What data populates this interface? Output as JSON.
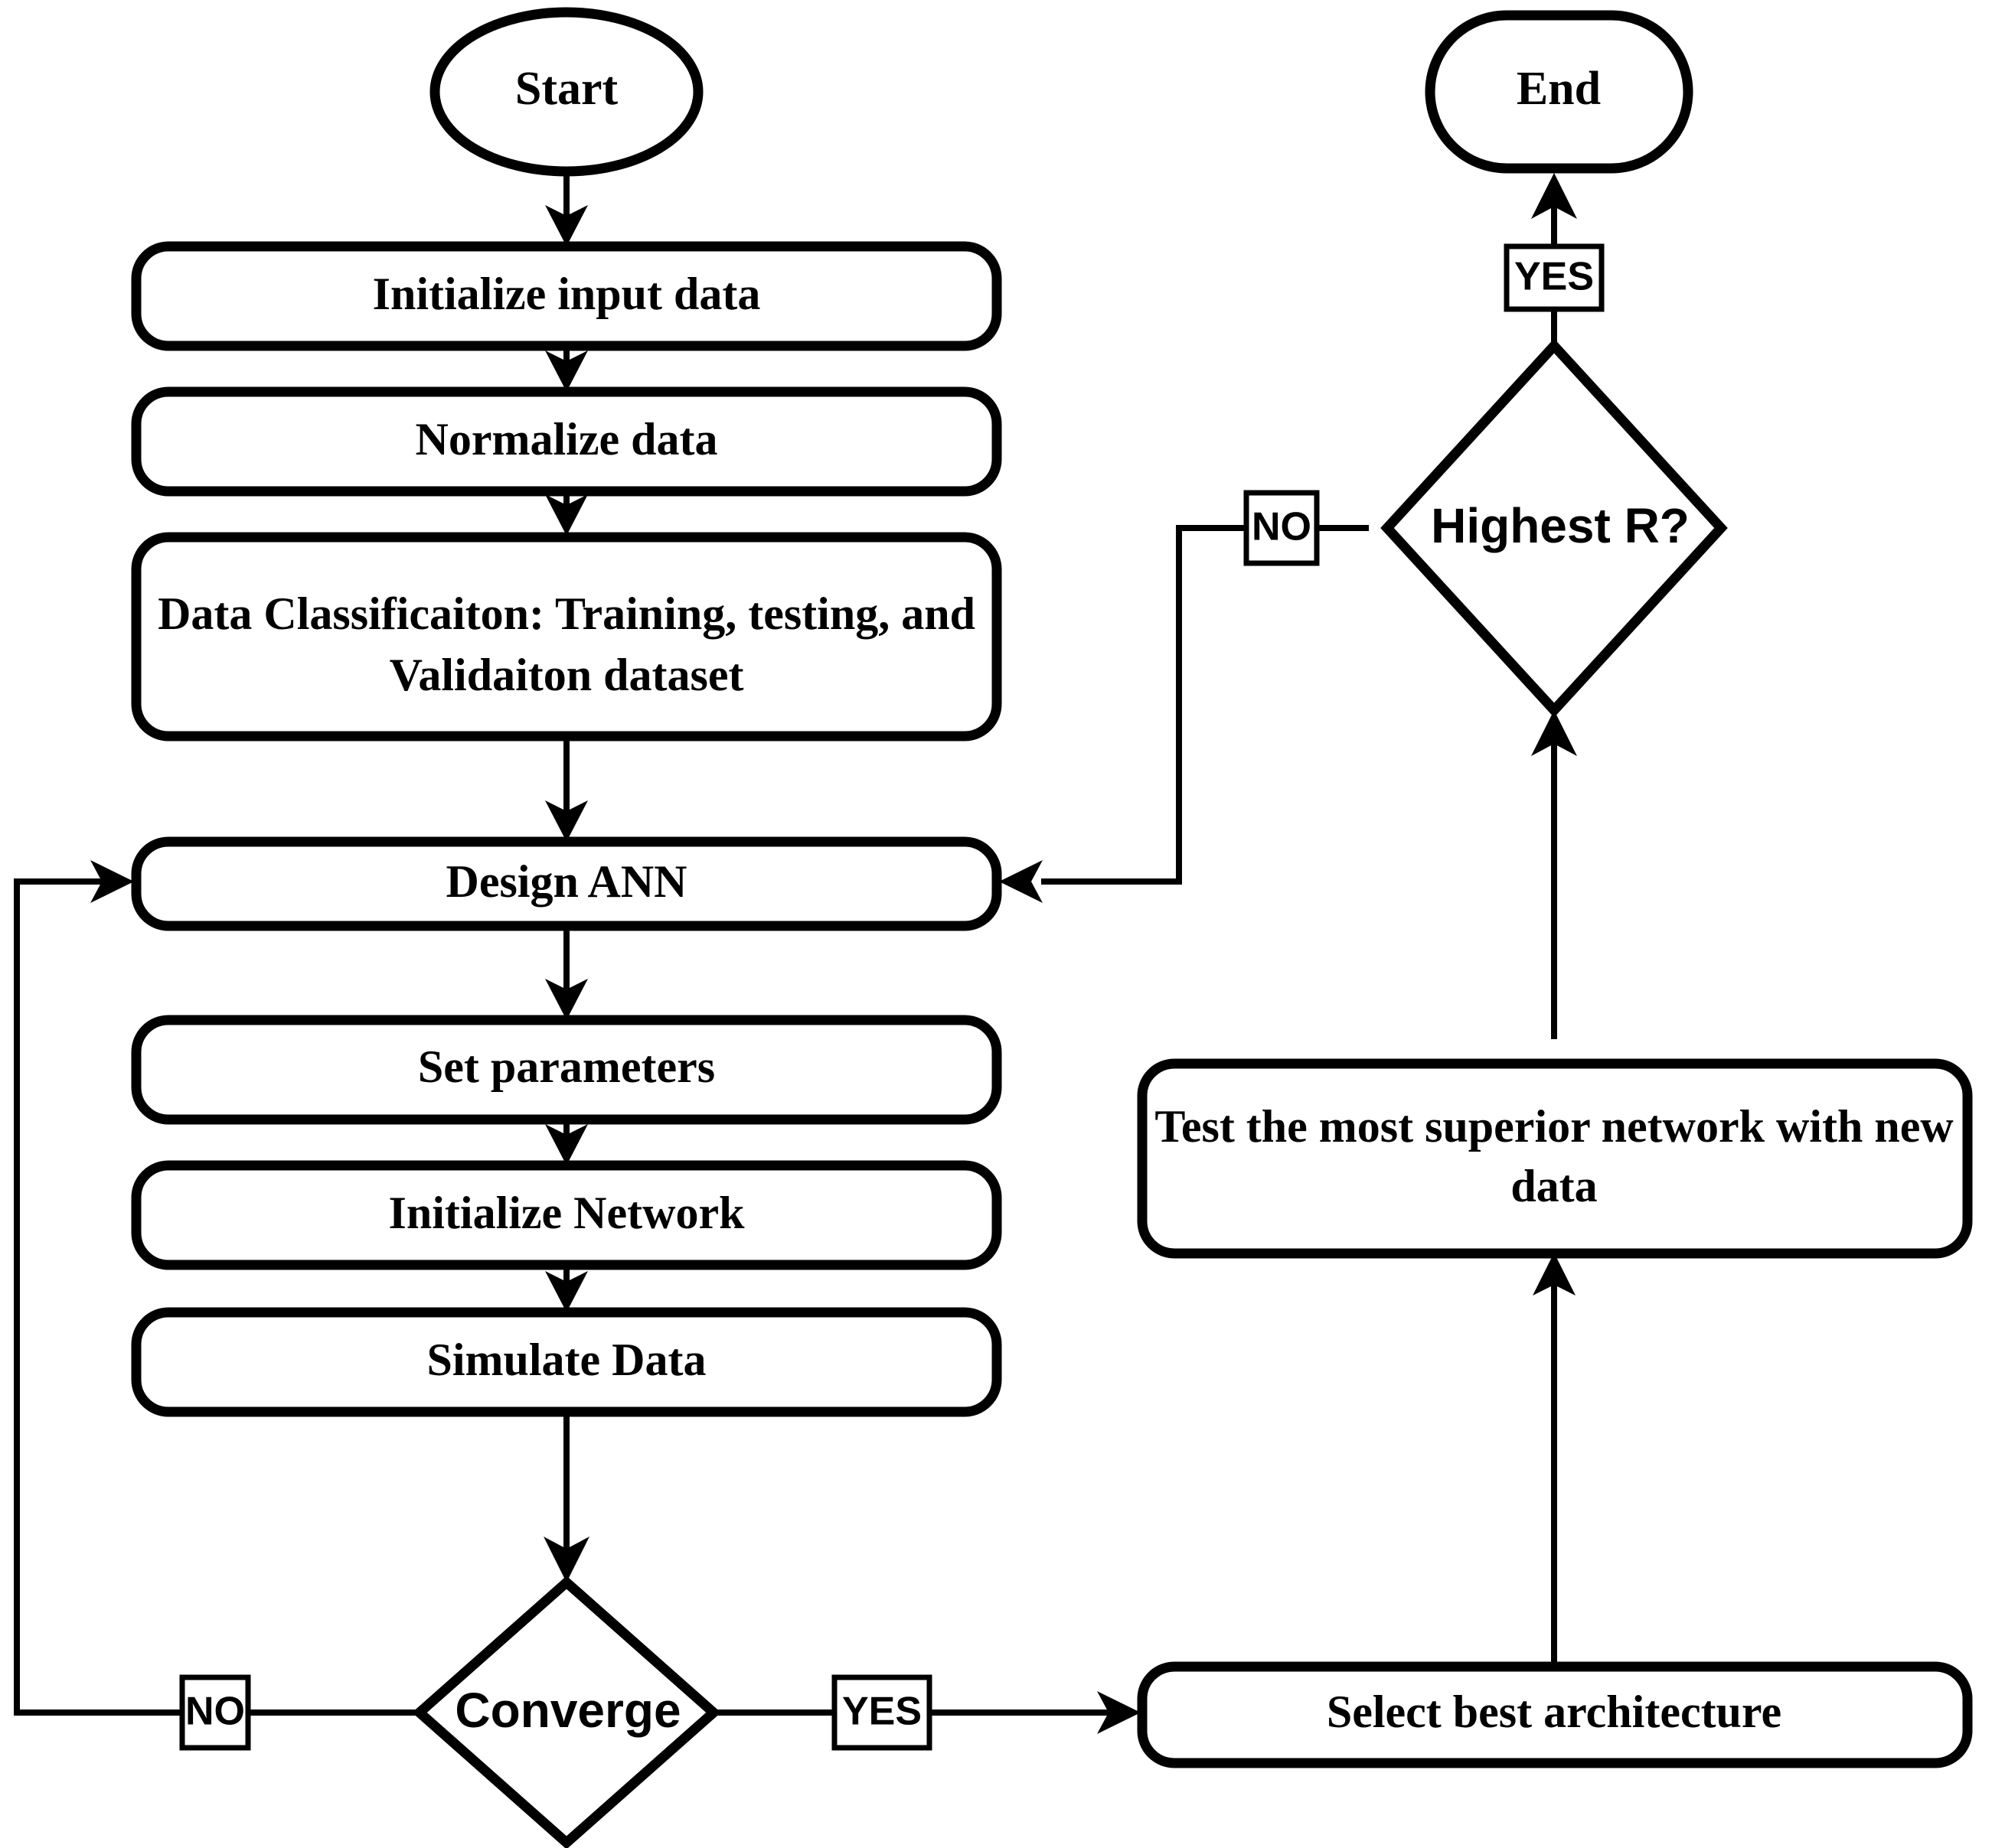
{
  "diagram": {
    "title": "ANN design and selection flowchart",
    "background_color": "#ffffff",
    "line_color": "#000000"
  },
  "nodes": {
    "start": {
      "label": "Start",
      "shape": "ellipse"
    },
    "end": {
      "label": "End",
      "shape": "stadium"
    },
    "initialize_input_data": {
      "label": "Initialize input data",
      "shape": "rounded-rect"
    },
    "normalize_data": {
      "label": "Normalize data",
      "shape": "rounded-rect"
    },
    "data_classification_l1": {
      "label": "Data Classificaiton: Training, testing, and",
      "shape": "rounded-rect"
    },
    "data_classification_l2": {
      "label": "Validaiton dataset",
      "shape": "rounded-rect"
    },
    "design_ann": {
      "label": "Design ANN",
      "shape": "rounded-rect"
    },
    "set_parameters": {
      "label": "Set parameters",
      "shape": "rounded-rect"
    },
    "initialize_network": {
      "label": "Initialize Network",
      "shape": "rounded-rect"
    },
    "simulate_data": {
      "label": "Simulate Data",
      "shape": "rounded-rect"
    },
    "converge": {
      "label": "Converge",
      "shape": "diamond"
    },
    "highest_r": {
      "label": "Highest R?",
      "shape": "diamond"
    },
    "select_best_architecture": {
      "label": "Select best architecture",
      "shape": "rounded-rect"
    },
    "test_superior_l1": {
      "label": "Test the most superior network with new",
      "shape": "rounded-rect"
    },
    "test_superior_l2": {
      "label": "data",
      "shape": "rounded-rect"
    }
  },
  "edge_labels": {
    "converge_no": "NO",
    "converge_yes": "YES",
    "highest_r_no": "NO",
    "highest_r_yes": "YES"
  }
}
